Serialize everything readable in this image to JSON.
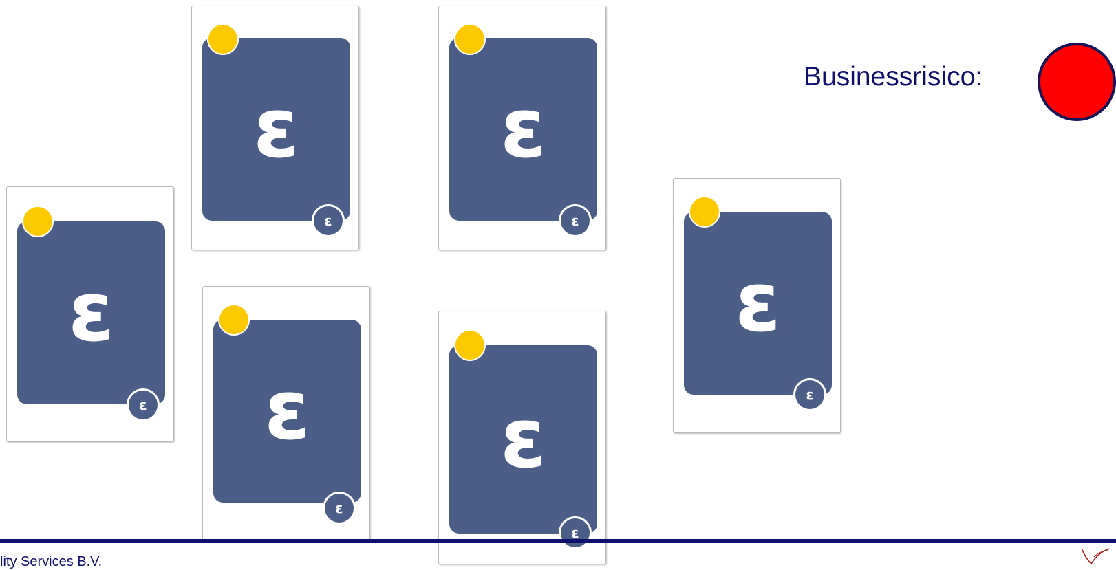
{
  "risk": {
    "label": "Businessrisico:",
    "color": "#ff0000"
  },
  "cards": [
    {
      "symbol": "ε",
      "badge": "ε",
      "dot_color": "#fcc900",
      "face_color": "#4b5e88"
    },
    {
      "symbol": "ε",
      "badge": "ε",
      "dot_color": "#fcc900",
      "face_color": "#4b5e88"
    },
    {
      "symbol": "ε",
      "badge": "ε",
      "dot_color": "#fcc900",
      "face_color": "#4b5e88"
    },
    {
      "symbol": "ε",
      "badge": "ε",
      "dot_color": "#fcc900",
      "face_color": "#4b5e88"
    },
    {
      "symbol": "ε",
      "badge": "ε",
      "dot_color": "#fcc900",
      "face_color": "#4b5e88"
    },
    {
      "symbol": "ε",
      "badge": "ε",
      "dot_color": "#fcc900",
      "face_color": "#4b5e88"
    }
  ],
  "footer": {
    "text": "lity Services B.V.",
    "rule_color": "#0f0f6e",
    "logo_icon": "company-logo-icon"
  }
}
